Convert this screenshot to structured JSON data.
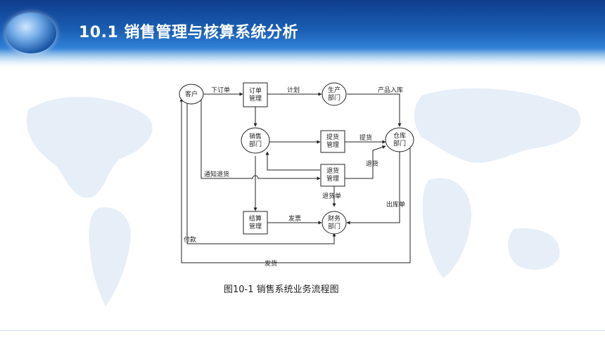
{
  "header": {
    "title": "10.1 销售管理与核算系统分析"
  },
  "diagram": {
    "nodes": {
      "customer": "客户",
      "order_mgmt": [
        "订单",
        "管理"
      ],
      "production": [
        "生产",
        "部门"
      ],
      "sales": [
        "销售",
        "部门"
      ],
      "pickup_mgmt": [
        "提货",
        "管理"
      ],
      "warehouse": [
        "仓库",
        "部门"
      ],
      "return_mgmt": [
        "退货",
        "管理"
      ],
      "settlement": [
        "结算",
        "管理"
      ],
      "finance": [
        "财务",
        "部门"
      ]
    },
    "labels": {
      "place_order": "下订单",
      "plan": "计划",
      "product_in": "产品入库",
      "pickup": "提货",
      "return_goods": "退货",
      "notify_return": "通知退货",
      "return_slip": "退货单",
      "outbound_slip": "出库单",
      "invoice": "发票",
      "payment": "付款",
      "delivery": "发货"
    }
  },
  "caption": "图10-1  销售系统业务流程图"
}
